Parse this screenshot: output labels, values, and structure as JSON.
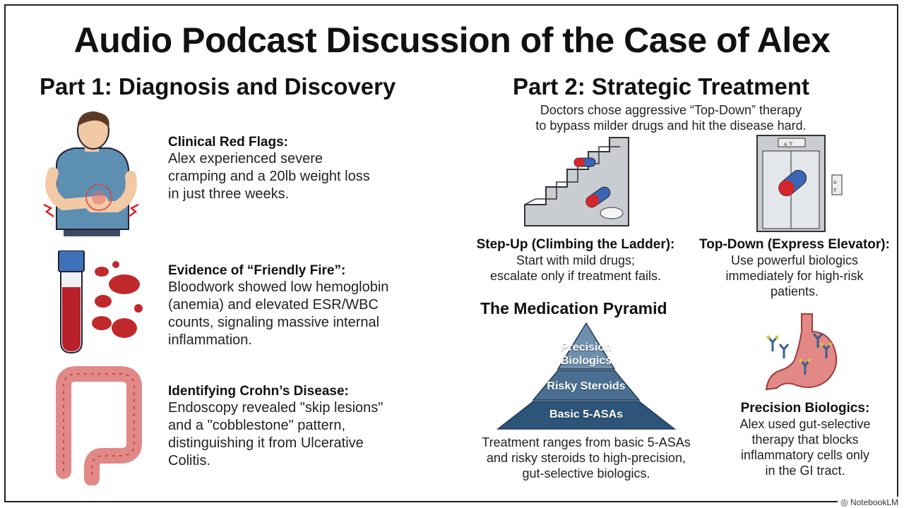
{
  "title": "Audio Podcast Discussion of the Case of Alex",
  "part1": {
    "title": "Part 1: Diagnosis and Discovery",
    "items": [
      {
        "heading": "Clinical Red Flags:",
        "lines": [
          "Alex experienced severe",
          "cramping and a 20lb weight loss",
          "in just three weeks."
        ]
      },
      {
        "heading": "Evidence of “Friendly Fire”:",
        "lines": [
          "Bloodwork showed low hemoglobin",
          "(anemia) and elevated ESR/WBC",
          "counts, signaling massive internal",
          "inflammation."
        ]
      },
      {
        "heading": "Identifying Crohn’s Disease:",
        "lines": [
          "Endoscopy revealed \"skip lesions\"",
          "and a \"cobblestone\" pattern,",
          "distinguishing it from Ulcerative",
          "Colitis."
        ]
      }
    ]
  },
  "part2": {
    "title": "Part 2: Strategic Treatment",
    "subtitle_lines": [
      "Doctors chose aggressive “Top-Down” therapy",
      "to bypass milder drugs and hit the disease hard."
    ],
    "step_up": {
      "heading": "Step-Up (Climbing the Ladder):",
      "lines": [
        "Start with mild drugs;",
        "escalate only if treatment fails."
      ]
    },
    "top_down": {
      "heading": "Top-Down (Express Elevator):",
      "lines": [
        "Use powerful biologics",
        "immediately for high-risk",
        "patients."
      ]
    },
    "pyramid": {
      "title": "The Medication Pyramid",
      "tiers": [
        {
          "label_lines": [
            "Precision",
            "Biologics"
          ],
          "color": "#6f8fae"
        },
        {
          "label_lines": [
            "Risky Steroids"
          ],
          "color": "#4a6f93"
        },
        {
          "label_lines": [
            "Basic 5-ASAs"
          ],
          "color": "#2d5479"
        }
      ],
      "caption_lines": [
        "Treatment ranges from basic 5-ASAs",
        "and risky steroids to high-precision,",
        "gut-selective biologics."
      ]
    },
    "biologics": {
      "heading": "Precision Biologics:",
      "lines": [
        "Alex used gut-selective",
        "therapy that blocks",
        "inflammatory cells only",
        "in the GI tract."
      ]
    }
  },
  "watermark": "NotebookLM",
  "colors": {
    "blood": "#c62a2a",
    "pill_red": "#d4262b",
    "pill_blue": "#3b66b8",
    "gut": "#e28886",
    "pyramid_dark": "#2d5479"
  }
}
